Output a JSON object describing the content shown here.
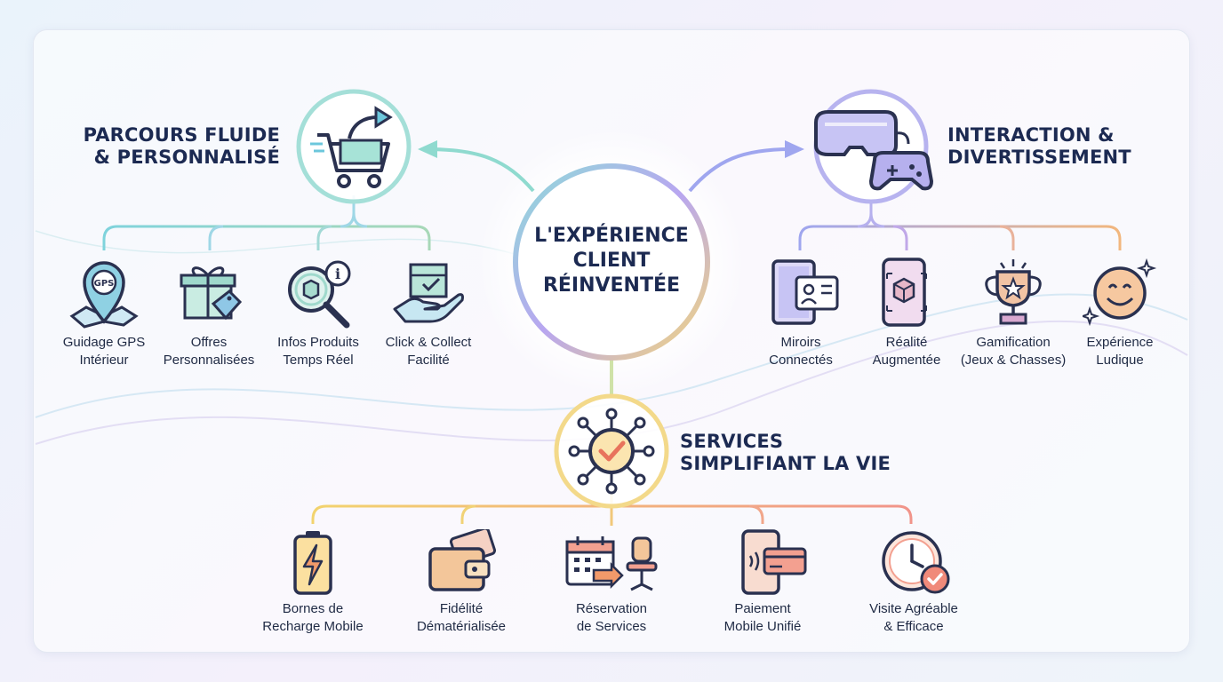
{
  "center": {
    "line1": "L'EXPÉRIENCE",
    "line2": "CLIENT",
    "line3": "RÉINVENTÉE"
  },
  "sections": {
    "parcours": {
      "title1": "PARCOURS FLUIDE",
      "title2": "& PERSONNALISÉ",
      "items": [
        {
          "l1": "Guidage GPS",
          "l2": "Intérieur",
          "icon": "gps-pin-icon"
        },
        {
          "l1": "Offres",
          "l2": "Personnalisées",
          "icon": "gift-tag-icon"
        },
        {
          "l1": "Infos Produits",
          "l2": "Temps Réel",
          "icon": "magnifier-info-icon"
        },
        {
          "l1": "Click & Collect",
          "l2": "Facilité",
          "icon": "hand-package-icon"
        }
      ],
      "color": "#6cc7dc"
    },
    "interaction": {
      "title1": "INTERACTION &",
      "title2": "DIVERTISSEMENT",
      "items": [
        {
          "l1": "Miroirs",
          "l2": "Connectés",
          "icon": "smart-mirror-icon"
        },
        {
          "l1": "Réalité",
          "l2": "Augmentée",
          "icon": "ar-phone-icon"
        },
        {
          "l1": "Gamification",
          "l2": "(Jeux & Chasses)",
          "icon": "trophy-icon"
        },
        {
          "l1": "Expérience",
          "l2": "Ludique",
          "icon": "smiley-icon"
        }
      ],
      "color": "#9b8ae6"
    },
    "services": {
      "title1": "SERVICES",
      "title2": "SIMPLIFIANT LA VIE",
      "gps_badge": "GPS",
      "items": [
        {
          "l1": "Bornes de",
          "l2": "Recharge Mobile",
          "icon": "battery-charge-icon"
        },
        {
          "l1": "Fidélité",
          "l2": "Dématérialisée",
          "icon": "wallet-card-icon"
        },
        {
          "l1": "Réservation",
          "l2": "de Services",
          "icon": "calendar-chair-icon"
        },
        {
          "l1": "Paiement",
          "l2": "Mobile Unifié",
          "icon": "mobile-payment-icon"
        },
        {
          "l1": "Visite Agréable",
          "l2": "& Efficace",
          "icon": "clock-check-icon"
        }
      ],
      "color": "#f0c46a"
    }
  }
}
